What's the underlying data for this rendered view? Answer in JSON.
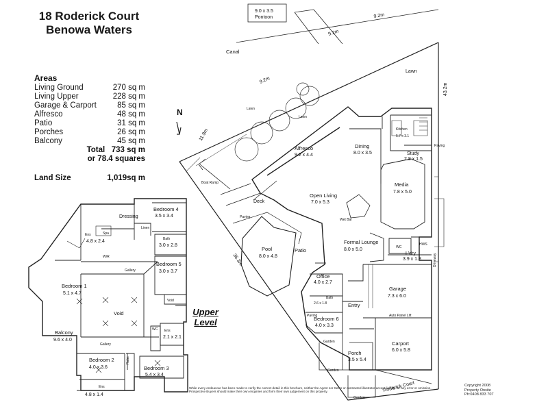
{
  "header": {
    "line1": "18 Roderick Court",
    "line2": "Benowa Waters"
  },
  "areas": {
    "heading": "Areas",
    "rows": [
      {
        "label": "Living Ground",
        "value": "270 sq m"
      },
      {
        "label": "Living Upper",
        "value": "228 sq m"
      },
      {
        "label": "Garage & Carport",
        "value": "85 sq m"
      },
      {
        "label": "Alfresco",
        "value": "48 sq m"
      },
      {
        "label": "Patio",
        "value": "31 sq m"
      },
      {
        "label": "Porches",
        "value": "26 sq m"
      },
      {
        "label": "Balcony",
        "value": "45 sq m"
      }
    ],
    "total": "Total   733 sq m",
    "squares": "or 78.4 squares",
    "land_label": "Land Size",
    "land_value": "1,019sq m"
  },
  "compass": "N",
  "upper_level": {
    "label_line1": "Upper",
    "label_line2": "Level"
  },
  "site": {
    "pontoon": "9.0 x 3.5",
    "pontoon_label": "Pontoon",
    "canal": "Canal",
    "lawn": "Lawn",
    "boat_ramp": "Boat Ramp",
    "dim_92a": "9.2m",
    "dim_92b": "9.2m",
    "dim_92c": "9.2m",
    "dim_119": "11.9m",
    "dim_432": "43.2m",
    "dim_363": "36.3m",
    "street": "Roderick Court",
    "paving": "Paving",
    "garden": "Garden",
    "driveway": "Driveway",
    "deck": "Deck"
  },
  "ground": {
    "alfresco": "Alfresco",
    "alfresco_dim": "9.2 x 4.4",
    "dining": "Dining",
    "dining_dim": "8.0 x 3.5",
    "kitchen": "Kitchen",
    "kitchen_dim": "5.7 x 3.1",
    "study": "Study",
    "study_dim": "2.8 x 1.5",
    "media": "Media",
    "media_dim": "7.8 x 5.0",
    "open_living": "Open Living",
    "open_living_dim": "7.0 x 5.3",
    "wet_bar": "Wet Bar",
    "pool": "Pool",
    "pool_dim": "8.0 x 4.8",
    "patio": "Patio",
    "formal_lounge": "Formal Lounge",
    "formal_lounge_dim": "8.0 x 5.0",
    "office": "Office",
    "office_dim": "4.0 x 2.7",
    "bath": "Bath",
    "bath_dim": "2.6 x 1.8",
    "bedroom6": "Bedroom 6",
    "bedroom6_dim": "4.0 x 3.3",
    "entry": "Entry",
    "porch": "Porch",
    "porch_dim": "3.5 x 5.4",
    "garage": "Garage",
    "garage_dim": "7.3 x 6.0",
    "carport": "Carport",
    "carport_dim": "6.0 x 5.8",
    "ldry": "L'dry",
    "ldry_dim": "3.9 x 1.8",
    "hws": "HWS",
    "wc": "WC",
    "auto_panel": "Auto Panel Lift"
  },
  "upper": {
    "dressing": "Dressing",
    "ens1": "Ens",
    "ens1_dim": "4.8 x 2.4",
    "wir": "W/R",
    "bedroom1": "Bedroom 1",
    "bedroom1_dim": "5.1 x 4.7",
    "bedroom4": "Bedroom 4",
    "bedroom4_dim": "3.5 x 3.4",
    "bath": "Bath",
    "bath_dim": "3.0 x 2.8",
    "bedroom5": "Bedroom 5",
    "bedroom5_dim": "3.0 x 3.7",
    "gallery1": "Gallery",
    "gallery2": "Gallery",
    "void1": "Void",
    "void2": "Void",
    "balcony": "Balcony",
    "balcony_dim": "9.6 x 4.0",
    "bedroom2": "Bedroom 2",
    "bedroom2_dim": "4.0 x 3.6",
    "bedroom3": "Bedroom 3",
    "bedroom3_dim": "5.4 x 3.4",
    "ens2": "Ens",
    "ens2_dim": "2.1 x 2.1",
    "ens3": "Ens",
    "ens3_dim": "4.8 x 1.4",
    "robe": "Robe",
    "linen": "Linen",
    "spa": "Spa",
    "wc": "WC"
  },
  "disclaimer": "While every endeavour has been made to verify the correct detail in this brochure, neither the Agent nor Seller or contracted illustrator accept liability for any error or omission. Prospective Buyers should make their own enquiries and form their own judgement on this property.",
  "copyright": {
    "line1": "Copyright 2008",
    "line2": "Property Onsite",
    "line3": "Ph:0408 833 707"
  }
}
